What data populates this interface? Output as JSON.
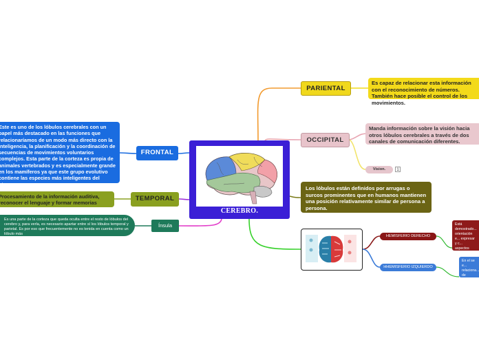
{
  "center": {
    "title": "CEREBRO."
  },
  "right": {
    "parietal": {
      "label": "PARIENTAL",
      "text": "Es capaz de relacionar esta información con el reconocimiento de números. También hace posible el control de los movimientos."
    },
    "occipital": {
      "label": "OCCIPITAL",
      "text": "Manda información sobre la visión hacia otros lóbulos cerebrales a través de dos canales de comunicación diferentes.",
      "vision_label": "Vision.",
      "vision_badge": "1"
    },
    "note": "Los lóbulos están definidos por arrugas o surcos prominentes que en humanos mantienen una posición relativamente similar de persona a persona.",
    "hemispheres": {
      "right": {
        "label": "HEMISFERIO DERECHO",
        "text": "Está demostrado... orientación e... expresar y c... aspectos no... reconocimie... cerebro dere..."
      },
      "left": {
        "label": "HHEMISFERIO IZQUIERDO",
        "text": "En el se e... relaciona... de Broca... lenguaje"
      }
    }
  },
  "left": {
    "frontal": {
      "label": "FRONTAL",
      "text": "Este es uno de los lóbulos cerebrales con un papel más destacado en las funciones que relacionaríamos de un modo más directo con la inteligencia, la planificación y la coordinación de secuencias de movimientos voluntarios complejos. Esta parte de la corteza es propia de animales vertebrados y es especialmente grande en los mamíferos ya que este grupo evolutivo contiene las especies más inteligentes del planeta"
    },
    "temporal": {
      "label": "TEMPORAL",
      "text": "Procesamiento de la información auditiva, reconocer el lenguaje y formar memorias"
    },
    "insula": {
      "label": "Ínsula",
      "text": "Es una parte de la corteza que queda oculta entre el resto de lóbulos del cerebro y, para verla, es necesario apartar entre sí los lóbulos temporal y parietal. Es por eso que frecuentemente no es tenida en cuenta como un lóbulo más"
    }
  }
}
